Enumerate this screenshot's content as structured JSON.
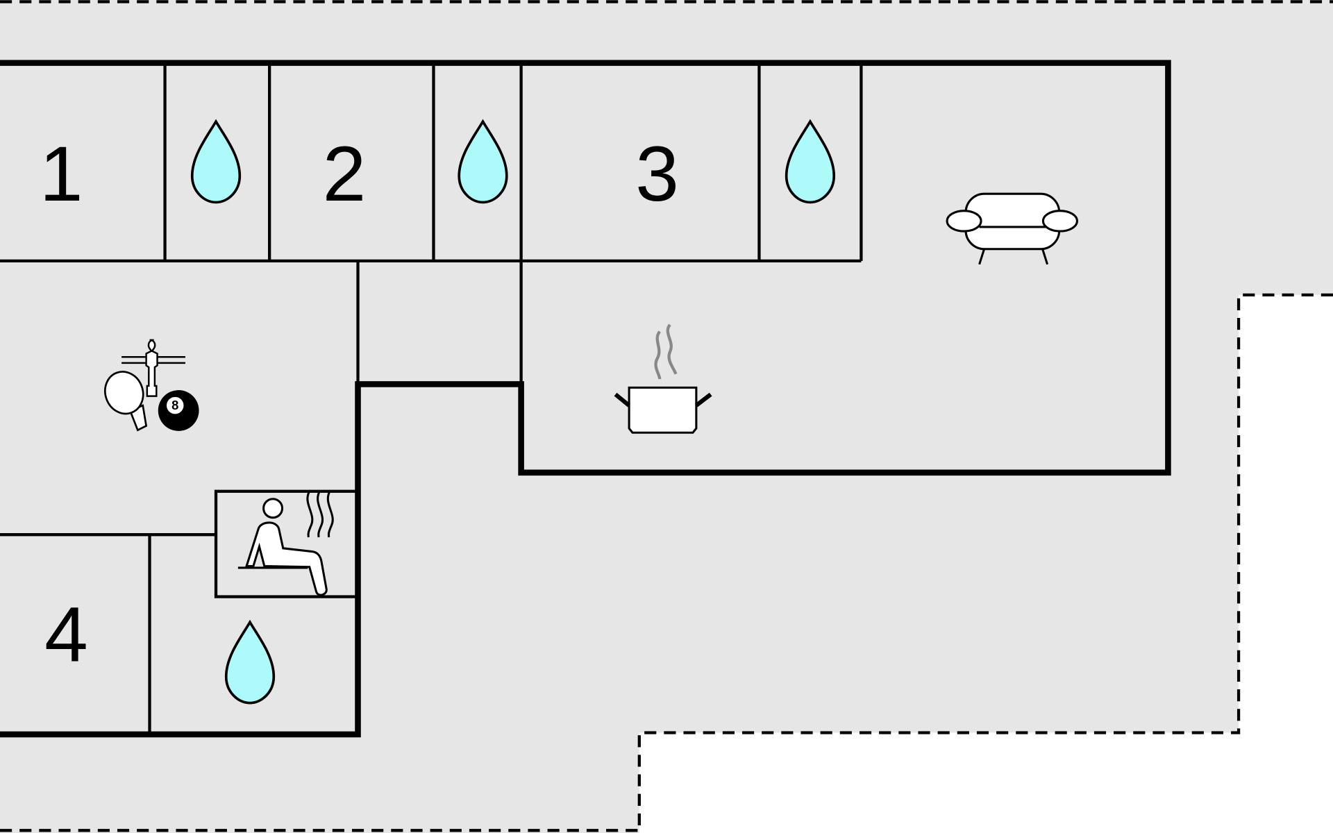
{
  "floor_plan": {
    "rooms": [
      {
        "id": "bedroom-1",
        "label": "1"
      },
      {
        "id": "bedroom-2",
        "label": "2"
      },
      {
        "id": "bedroom-3",
        "label": "3"
      },
      {
        "id": "bedroom-4",
        "label": "4"
      }
    ],
    "icons": {
      "bathroom": "water-drop-icon",
      "living": "sofa-icon",
      "kitchen": "cooking-pot-icon",
      "game_room": "game-room-icon",
      "sauna": "sauna-icon"
    },
    "billiard_ball_number": "8",
    "colors": {
      "outside_area": "#e6e6e6",
      "water": "#aefafa",
      "walls": "#000000",
      "steam": "#888888"
    }
  }
}
